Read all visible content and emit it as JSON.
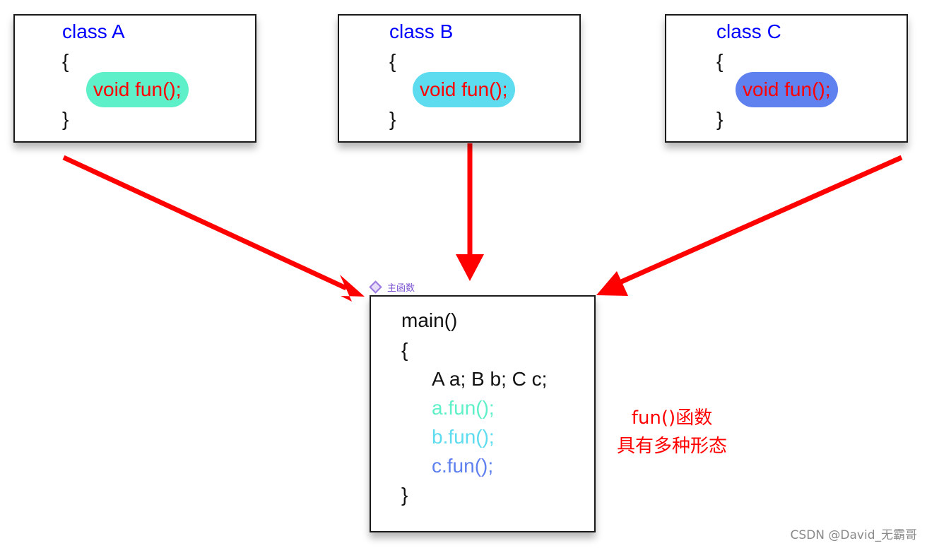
{
  "colors": {
    "class_keyword": "#0000ff",
    "method_text": "#ff0000",
    "pill_a": "#5ef0c8",
    "pill_b": "#5cdcee",
    "pill_c": "#5f80ef",
    "call_a": "#5ef0c8",
    "call_b": "#5cdcee",
    "call_c": "#5f80ef",
    "arrow": "#ff0000"
  },
  "classes": [
    {
      "header": "class A",
      "open": "{",
      "method": "void fun();",
      "close": "}"
    },
    {
      "header": "class B",
      "open": "{",
      "method": "void fun();",
      "close": "}"
    },
    {
      "header": "class C",
      "open": "{",
      "method": "void fun();",
      "close": "}"
    }
  ],
  "main_box": {
    "tag_label": "主函数",
    "tag_icon": "diamond-icon",
    "signature": "main()",
    "open": "{",
    "declarations": "A a;  B b;  C c;",
    "calls": [
      "a.fun();",
      "b.fun();",
      "c.fun();"
    ],
    "close": "}"
  },
  "note": {
    "line1": "fun()函数",
    "line2": "具有多种形态"
  },
  "watermark": "CSDN @David_无霸哥"
}
